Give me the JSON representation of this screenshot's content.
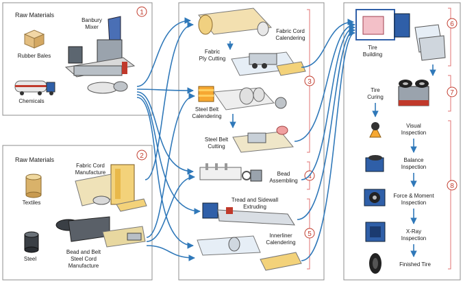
{
  "left_top": {
    "title": "Raw Materials",
    "number": "1",
    "items": [
      "Rubber Bales",
      "Chemicals"
    ],
    "machine": [
      "Banbury",
      "Mixer"
    ]
  },
  "left_bottom": {
    "title": "Raw Materials",
    "number": "2",
    "items": [
      "Textiles",
      "Steel"
    ],
    "machine1": [
      "Fabric  Cord",
      "Manufacture"
    ],
    "machine2": [
      "Bead and Belt",
      "Steel Cord",
      "Manufacture"
    ]
  },
  "middle": {
    "fabric_cord": [
      "Fabric Cord",
      "Calendering"
    ],
    "fabric_ply": [
      "Fabric",
      "Ply Cutting"
    ],
    "steel_belt_cal": [
      "Steel Belt",
      "Calendering"
    ],
    "steel_belt_cut": [
      "Steel Belt",
      "Cutting"
    ],
    "bead": [
      "Bead",
      "Assembling"
    ],
    "tread": [
      "Tread and Sidewall",
      "Extruding"
    ],
    "innerliner": [
      "Innerliner",
      "Calendering"
    ],
    "numbers": [
      "3",
      "4",
      "5"
    ]
  },
  "right": {
    "tire_building": [
      "Tire",
      "Building"
    ],
    "tire_curing": [
      "Tire",
      "Curing"
    ],
    "visual": [
      "Visual",
      "Inspection"
    ],
    "balance": [
      "Balance",
      "Inspection"
    ],
    "force": [
      "Force & Moment",
      "Inspection"
    ],
    "xray": [
      "X-Ray",
      "Inspection"
    ],
    "finished": "Finished Tire",
    "numbers": [
      "6",
      "7",
      "8"
    ]
  },
  "colors": {
    "flow": "#2f78b9",
    "accent": "#c0392b",
    "bracket": "#e07070"
  }
}
